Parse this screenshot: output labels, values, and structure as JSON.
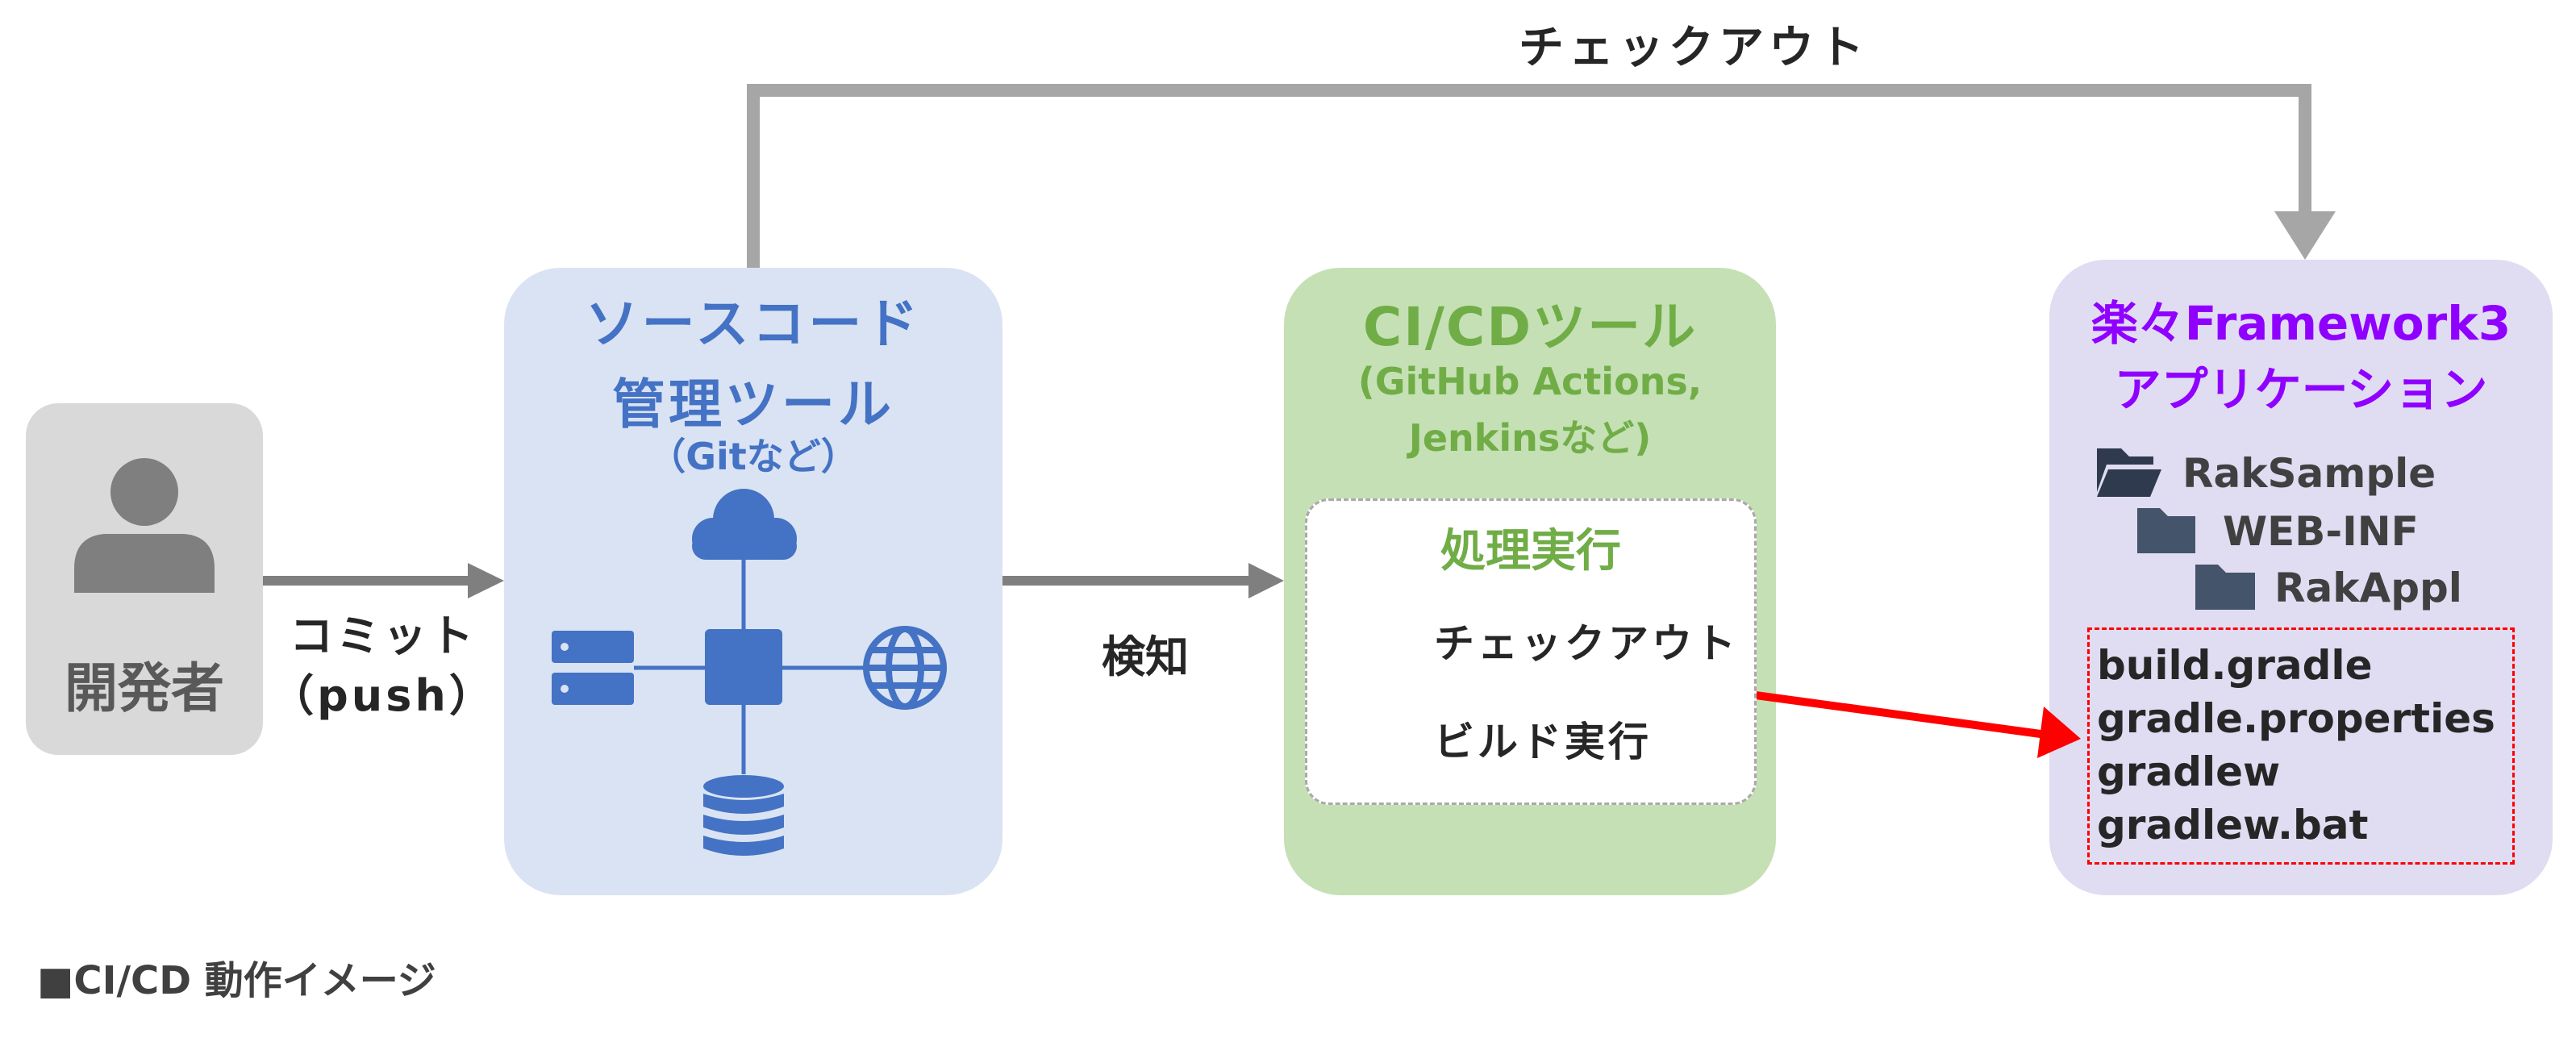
{
  "top_edge_label": "チェックアウト",
  "developer": {
    "label": "開発者"
  },
  "commit_edge": {
    "line1": "コミット",
    "line2": "（push）"
  },
  "detect_edge": {
    "label": "検知"
  },
  "scm_tool": {
    "title_line1": "ソースコード",
    "title_line2": "管理ツール",
    "subtitle": "（Gitなど）"
  },
  "ci_tool": {
    "title": "CI/CDツール",
    "subtitle_line1": "(GitHub Actions,",
    "subtitle_line2": "Jenkinsなど)",
    "process_title": "処理実行",
    "steps": [
      {
        "icon": "cloud-download-icon",
        "label": "チェックアウト"
      },
      {
        "icon": "gears-icon",
        "label": "ビルド実行"
      }
    ]
  },
  "app": {
    "title_line1": "楽々Framework3",
    "title_line2": "アプリケーション",
    "folders": [
      "RakSample",
      "WEB-INF",
      "RakAppl"
    ],
    "files": [
      "build.gradle",
      "gradle.properties",
      "gradlew",
      "gradlew.bat"
    ]
  },
  "caption": "■CI/CD 動作イメージ",
  "colors": {
    "scm_accent": "#4472c4",
    "ci_accent": "#70ad47",
    "app_accent": "#8f00ff",
    "edge_gray": "#a6a6a6",
    "edge_dark": "#7f7f7f",
    "highlight_red": "#ff0000"
  }
}
